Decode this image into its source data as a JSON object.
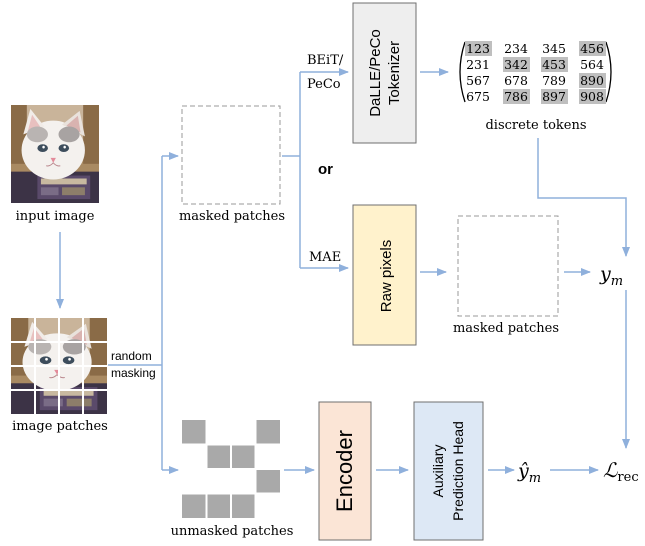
{
  "labels": {
    "input_image": "input image",
    "image_patches": "image patches",
    "masked_patches_top": "masked patches",
    "masked_patches_mid": "masked patches",
    "unmasked_patches": "unmasked patches",
    "random": "random",
    "masking": "masking",
    "beit_line1": "BEiT/",
    "beit_line2": "PeCo",
    "or": "or",
    "mae": "MAE",
    "discrete_tokens": "discrete tokens"
  },
  "boxes": {
    "tokenizer_line1": "DaLLE/PeCo",
    "tokenizer_line2": "Tokenizer",
    "raw_pixels": "Raw pixels",
    "encoder": "Encoder",
    "aux_line1": "Auxiliary",
    "aux_line2": "Prediction Head"
  },
  "math": {
    "y_m": "y",
    "y_m_sub": "m",
    "y_hat": "ŷ",
    "y_hat_sub": "m",
    "loss": "ℒ",
    "loss_sub": "rec"
  },
  "tokens": {
    "rows": [
      [
        {
          "v": "123",
          "hl": true
        },
        {
          "v": "234",
          "hl": false
        },
        {
          "v": "345",
          "hl": false
        },
        {
          "v": "456",
          "hl": true
        }
      ],
      [
        {
          "v": "231",
          "hl": false
        },
        {
          "v": "342",
          "hl": true
        },
        {
          "v": "453",
          "hl": true
        },
        {
          "v": "564",
          "hl": false
        }
      ],
      [
        {
          "v": "567",
          "hl": false
        },
        {
          "v": "678",
          "hl": false
        },
        {
          "v": "789",
          "hl": false
        },
        {
          "v": "890",
          "hl": true
        }
      ],
      [
        {
          "v": "675",
          "hl": false
        },
        {
          "v": "786",
          "hl": true
        },
        {
          "v": "897",
          "hl": true
        },
        {
          "v": "908",
          "hl": true
        }
      ]
    ]
  },
  "colors": {
    "arrow": "#8fb0dc",
    "tokenizer_fill": "#eeeeee",
    "raw_fill": "#fff2cc",
    "encoder_fill": "#fbe5d6",
    "aux_fill": "#dde8f5",
    "token_highlight": "#bfbfbf"
  },
  "masks": {
    "masked_top_visible": [
      [
        1,
        0,
        0,
        1
      ],
      [
        0,
        1,
        1,
        0
      ],
      [
        0,
        0,
        0,
        0
      ],
      [
        1,
        1,
        1,
        0
      ]
    ],
    "masked_mid_visible": [
      [
        1,
        0,
        0,
        1
      ],
      [
        0,
        1,
        1,
        0
      ],
      [
        0,
        0,
        0,
        1
      ],
      [
        1,
        1,
        1,
        0
      ]
    ],
    "unmasked_visible": [
      [
        0,
        1,
        1,
        0
      ],
      [
        1,
        0,
        0,
        1
      ],
      [
        1,
        1,
        1,
        0
      ],
      [
        0,
        0,
        0,
        1
      ]
    ]
  }
}
